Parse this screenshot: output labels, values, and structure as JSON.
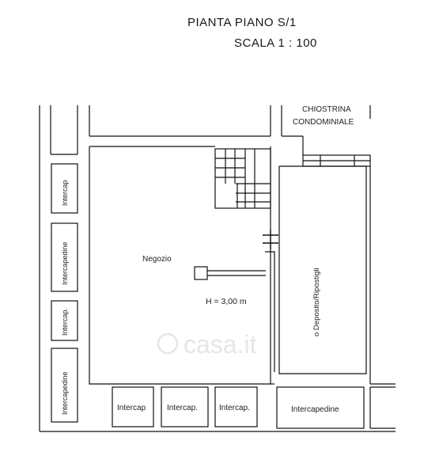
{
  "header": {
    "title": "PIANTA PIANO S/1",
    "scale": "SCALA 1 : 100"
  },
  "labels": {
    "chiostrina_line1": "CHIOSTRINA",
    "chiostrina_line2": "CONDOMINIALE",
    "negozio": "Negozio",
    "height": "H = 3,00 m",
    "deposito": "o  Deposito/Ripostigli",
    "intercap_left_top": "Intercap",
    "intercapedine_left_2": "Intercapedine",
    "intercap_left_3": "Intercap.",
    "intercapedine_left_bottom": "Intercapedine",
    "intercap_bottom_1": "Intercap",
    "intercap_bottom_2": "Intercap.",
    "intercap_bottom_3": "Intercap.",
    "intercapedine_bottom_4": "Intercapedine"
  },
  "watermark": {
    "text": "casa.it"
  }
}
